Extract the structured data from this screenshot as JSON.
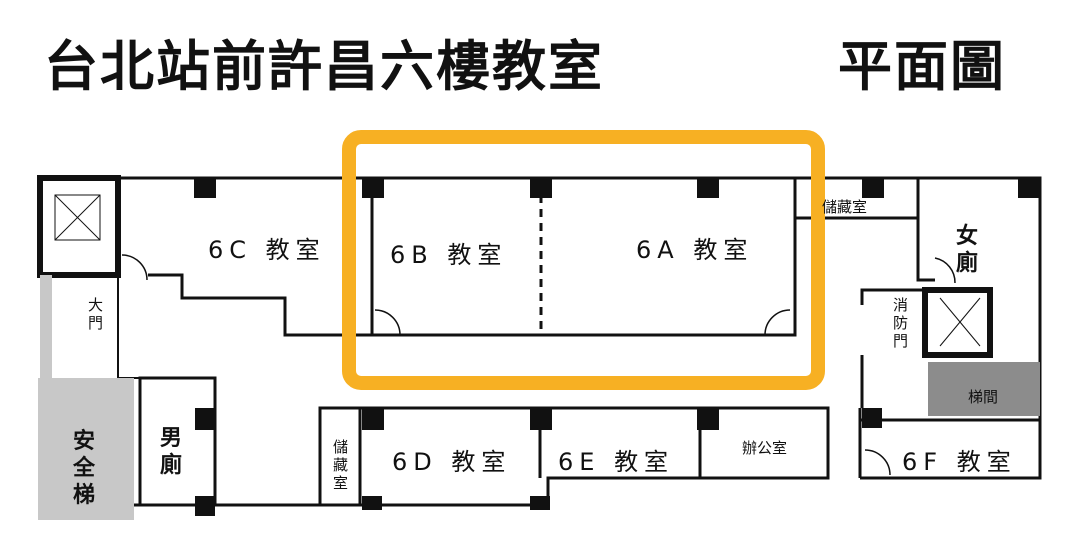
{
  "title": "台北站前許昌六樓教室",
  "subtitle": "平面圖",
  "colors": {
    "highlight": "#F7B023",
    "stair": "#C8C8C8",
    "stairwell": "#8C8C8C",
    "wall": "#111111"
  },
  "highlighted_rooms": [
    "6B 教室",
    "6A 教室"
  ],
  "rooms": {
    "r6c": "6C 教室",
    "r6b": "6B 教室",
    "r6a": "6A 教室",
    "r6d": "6D 教室",
    "r6e": "6E 教室",
    "r6f": "6F 教室",
    "office": "辦公室",
    "storage_top": "儲藏室",
    "storage_bottom": [
      "儲",
      "藏",
      "室"
    ],
    "main_door": [
      "大",
      "門"
    ],
    "fire_door": [
      "消",
      "防",
      "門"
    ],
    "womens": [
      "女",
      "廁"
    ],
    "mens": [
      "男",
      "廁"
    ],
    "safety_stair": [
      "安",
      "全",
      "梯"
    ],
    "stairwell": "梯間"
  }
}
